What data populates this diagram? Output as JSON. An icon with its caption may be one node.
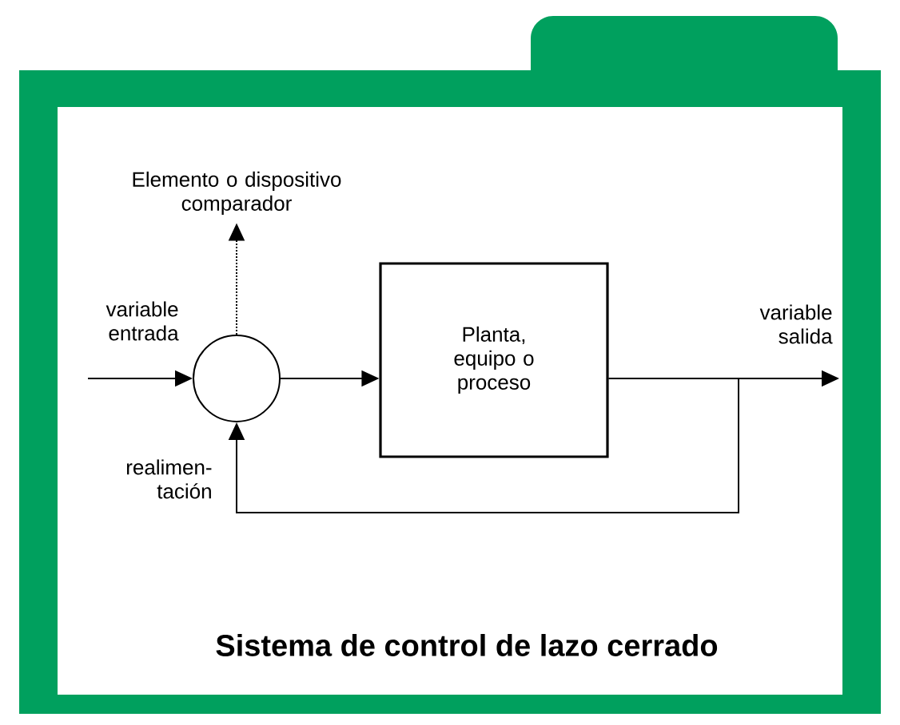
{
  "diagram": {
    "caption": "Sistema de control de lazo cerrado",
    "nodes": [
      {
        "text": [],
        "shape": "circle"
      },
      {
        "text": [
          "Planta, equipo o proceso"
        ]
      },
      {
        "text": [
          "Elemento o dispositivo comparador"
        ]
      }
    ],
    "edges": [
      {
        "from": null,
        "to": 0,
        "arrow": "to",
        "label": "variable entrada"
      },
      {
        "from": 0,
        "to": 1,
        "arrow": "to"
      },
      {
        "from": 1,
        "to": null,
        "arrow": "to",
        "label": "variable salida"
      },
      {
        "from": 1,
        "to": 0,
        "arrow": "to",
        "label": "realimen- tación"
      },
      {
        "from": 0,
        "to": 2,
        "arrow": "to",
        "style": "dashed"
      }
    ]
  }
}
